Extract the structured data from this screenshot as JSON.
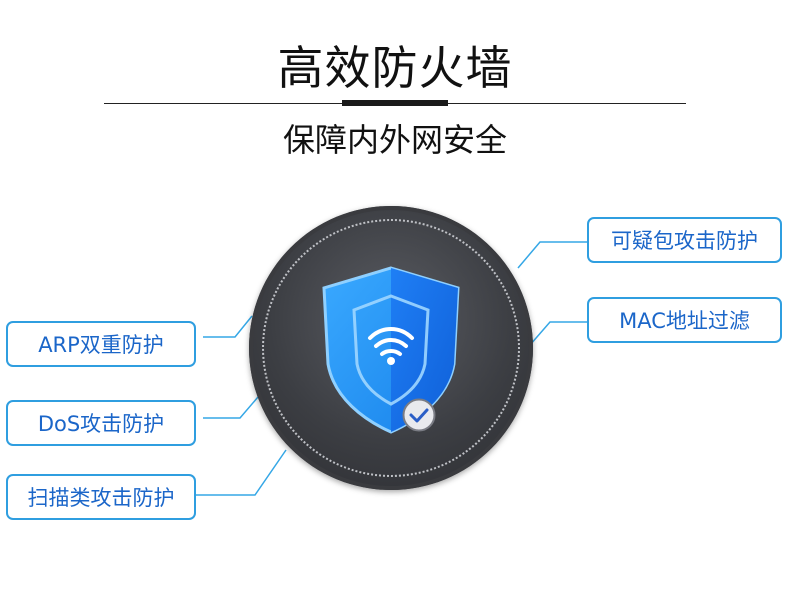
{
  "header": {
    "title": "高效防火墙",
    "subtitle": "保障内外网安全"
  },
  "features": {
    "right": [
      {
        "label": "可疑包攻击防护"
      },
      {
        "label": "MAC地址过滤"
      }
    ],
    "left": [
      {
        "label": "ARP双重防护"
      },
      {
        "label": "DoS攻击防护"
      },
      {
        "label": "扫描类攻击防护"
      }
    ]
  },
  "icons": {
    "shield": "shield-wifi-icon",
    "check": "check-badge-icon"
  },
  "colors": {
    "accent_border": "#2f9ee0",
    "label_text": "#1b66c9",
    "shield_blue": "#1a8cf0",
    "disk": "#3c3e43"
  }
}
